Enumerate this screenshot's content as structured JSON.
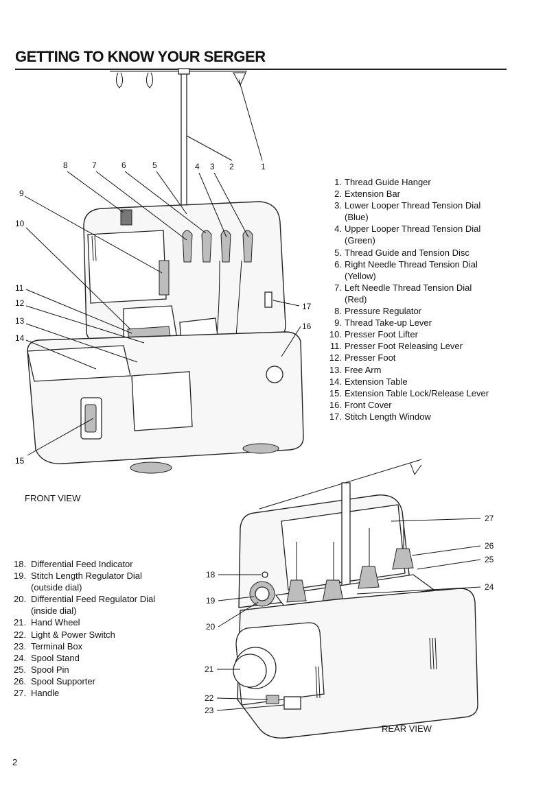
{
  "title": "GETTING TO KNOW YOUR SERGER",
  "front_view": {
    "caption": "FRONT VIEW",
    "callouts": [
      "1",
      "2",
      "3",
      "4",
      "5",
      "6",
      "7",
      "8",
      "9",
      "10",
      "11",
      "12",
      "13",
      "14",
      "15",
      "16",
      "17"
    ],
    "parts": [
      {
        "num": "1.",
        "label": "Thread Guide Hanger"
      },
      {
        "num": "2.",
        "label": "Extension Bar"
      },
      {
        "num": "3.",
        "label": "Lower Looper Thread Tension Dial",
        "sub": "(Blue)"
      },
      {
        "num": "4.",
        "label": "Upper Looper Thread Tension Dial",
        "sub": "(Green)"
      },
      {
        "num": "5.",
        "label": "Thread Guide and Tension Disc"
      },
      {
        "num": "6.",
        "label": "Right Needle Thread Tension Dial",
        "sub": "(Yellow)"
      },
      {
        "num": "7.",
        "label": "Left Needle Thread Tension Dial",
        "sub": "(Red)"
      },
      {
        "num": "8.",
        "label": "Pressure Regulator"
      },
      {
        "num": "9.",
        "label": "Thread Take-up Lever"
      },
      {
        "num": "10.",
        "label": "Presser Foot Lifter"
      },
      {
        "num": "11.",
        "label": "Presser Foot Releasing Lever"
      },
      {
        "num": "12.",
        "label": "Presser Foot"
      },
      {
        "num": "13.",
        "label": "Free Arm"
      },
      {
        "num": "14.",
        "label": "Extension Table"
      },
      {
        "num": "15.",
        "label": "Extension Table Lock/Release Lever"
      },
      {
        "num": "16.",
        "label": "Front Cover"
      },
      {
        "num": "17.",
        "label": "Stitch Length Window"
      }
    ]
  },
  "rear_view": {
    "caption": "REAR VIEW",
    "callouts": [
      "18",
      "19",
      "20",
      "21",
      "22",
      "23",
      "24",
      "25",
      "26",
      "27"
    ],
    "parts": [
      {
        "num": "18.",
        "label": "Differential Feed Indicator"
      },
      {
        "num": "19.",
        "label": "Stitch Length Regulator Dial",
        "sub": "(outside dial)"
      },
      {
        "num": "20.",
        "label": "Differential Feed Regulator Dial",
        "sub": "(inside dial)"
      },
      {
        "num": "21.",
        "label": "Hand Wheel"
      },
      {
        "num": "22.",
        "label": "Light & Power Switch"
      },
      {
        "num": "23.",
        "label": "Terminal Box"
      },
      {
        "num": "24.",
        "label": "Spool Stand"
      },
      {
        "num": "25.",
        "label": "Spool Pin"
      },
      {
        "num": "26.",
        "label": "Spool Supporter"
      },
      {
        "num": "27.",
        "label": "Handle"
      }
    ]
  },
  "page_number": "2"
}
